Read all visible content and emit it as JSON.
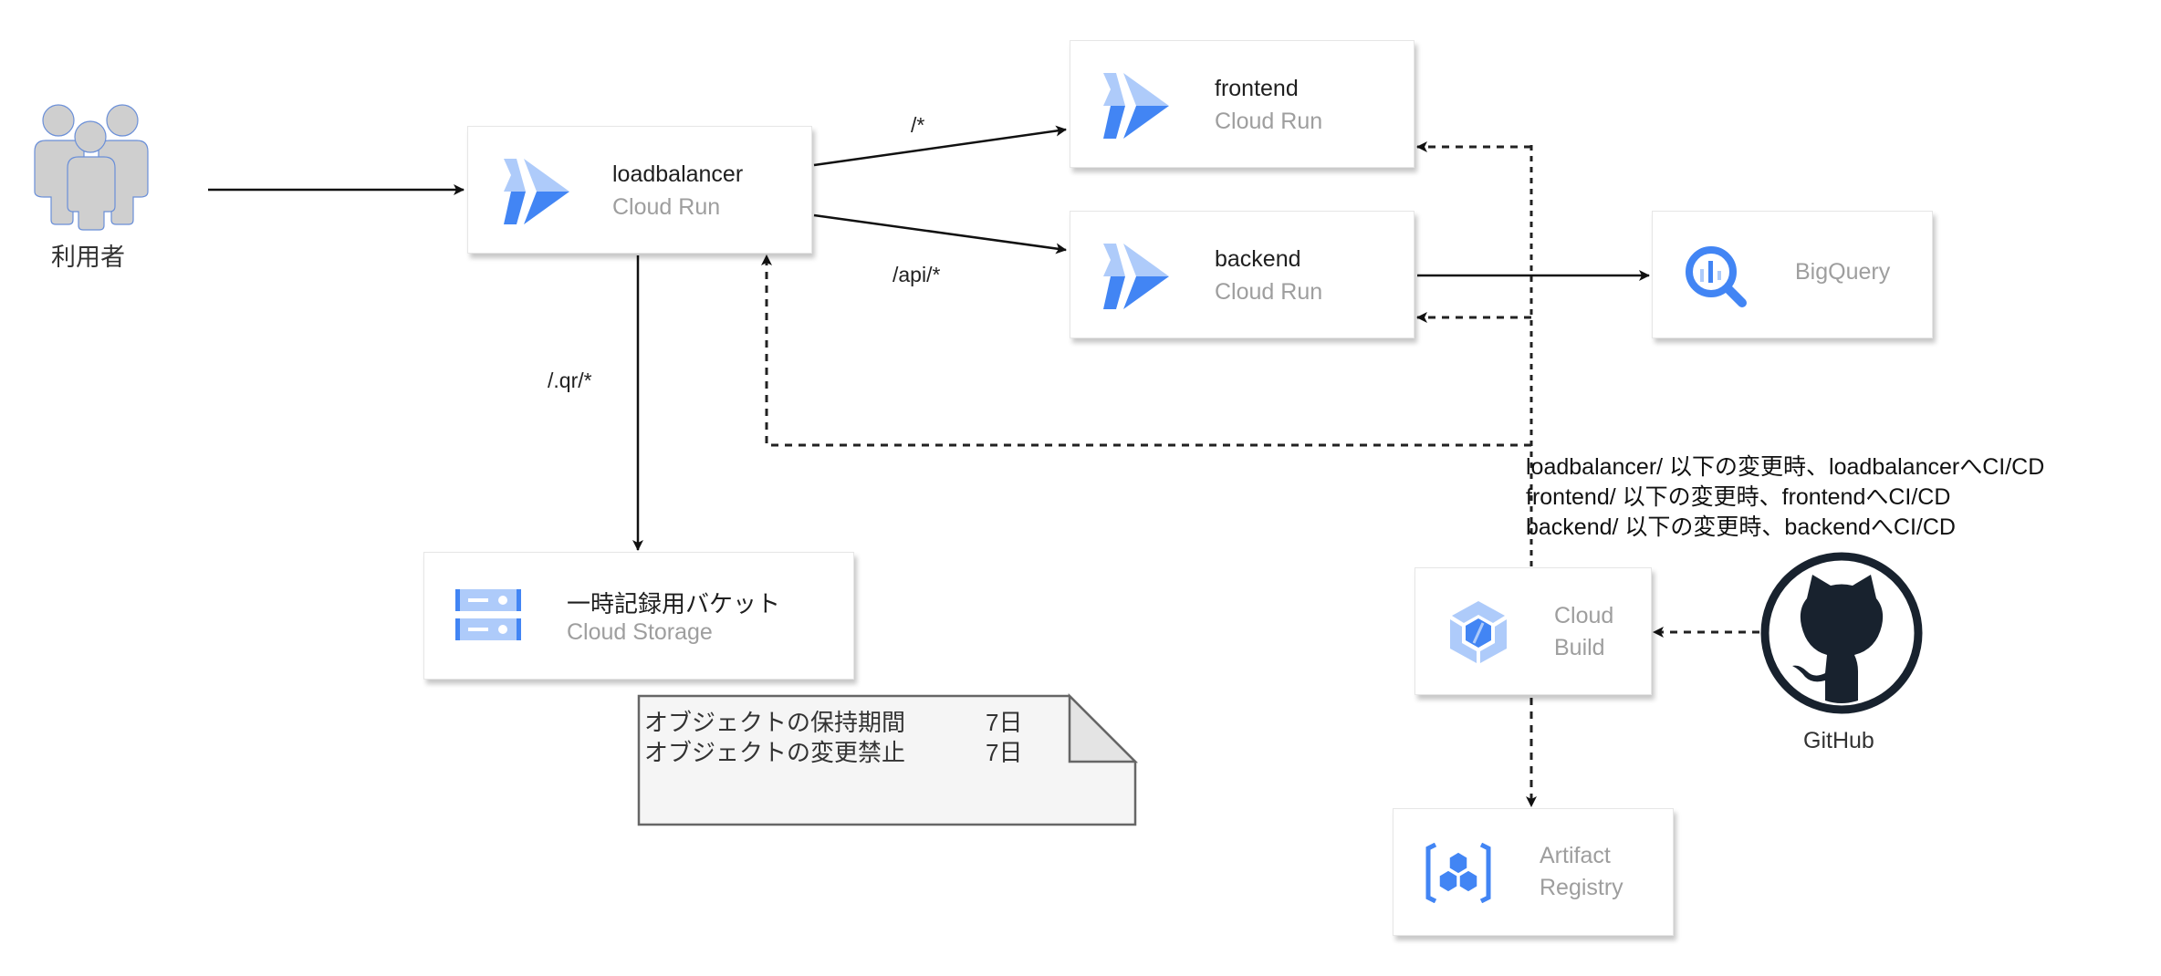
{
  "diagram": {
    "users": {
      "label": "利用者",
      "icon": "users-group-icon"
    },
    "nodes": {
      "loadbalancer": {
        "name": "loadbalancer",
        "service": "Cloud Run",
        "icon": "cloud-run-icon"
      },
      "frontend": {
        "name": "frontend",
        "service": "Cloud Run",
        "icon": "cloud-run-icon"
      },
      "backend": {
        "name": "backend",
        "service": "Cloud Run",
        "icon": "cloud-run-icon"
      },
      "bigquery": {
        "service": "BigQuery",
        "icon": "bigquery-icon"
      },
      "bucket": {
        "name": "一時記録用バケット",
        "service": "Cloud Storage",
        "icon": "cloud-storage-icon"
      },
      "cloudbuild": {
        "service_line1": "Cloud",
        "service_line2": "Build",
        "icon": "cloud-build-icon"
      },
      "artifact": {
        "service_line1": "Artifact",
        "service_line2": "Registry",
        "icon": "artifact-registry-icon"
      },
      "github": {
        "label": "GitHub",
        "icon": "github-icon"
      }
    },
    "edge_labels": {
      "frontend_route": "/*",
      "backend_route": "/api/*",
      "storage_route": "/.qr/*"
    },
    "cicd_notes": [
      "loadbalancer/ 以下の変更時、loadbalancerへCI/CD",
      "frontend/ 以下の変更時、frontendへCI/CD",
      "backend/ 以下の変更時、backendへCI/CD"
    ],
    "bucket_note": {
      "rows": [
        {
          "label": "オブジェクトの保持期間",
          "value": "7日"
        },
        {
          "label": "オブジェクトの変更禁止",
          "value": "7日"
        }
      ]
    },
    "colors": {
      "gcp_blue": "#4285f4",
      "gcp_light_blue": "#aecbfa",
      "github_dark": "#18222e",
      "edge": "#111111",
      "note_fill": "#f5f5f5"
    }
  }
}
